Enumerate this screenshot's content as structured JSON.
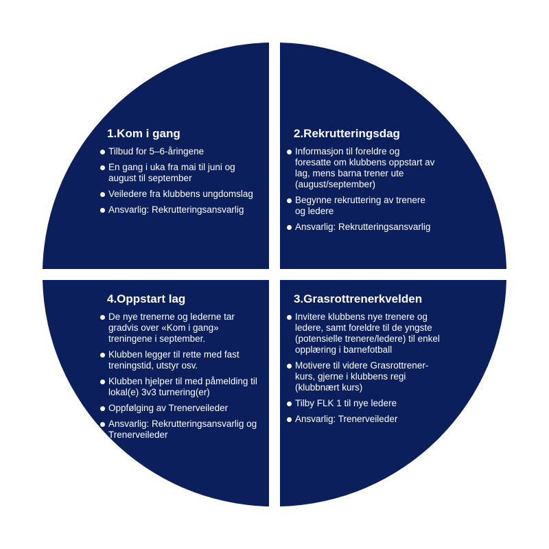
{
  "colors": {
    "quadrant_fill": "#0b1f5c",
    "text": "#ffffff",
    "background": "#ffffff"
  },
  "quadrants": [
    {
      "title": "1.Kom i gang",
      "items": [
        "Tilbud for 5–6-åringene",
        "En gang i uka fra mai til juni og august til september",
        "Veiledere fra klubbens ungdomslag",
        "Ansvarlig: Rekrutteringsansvarlig"
      ]
    },
    {
      "title": "2.Rekrutteringsdag",
      "items": [
        "Informasjon til foreldre og foresatte om klubbens oppstart av lag, mens barna trener ute (august/september)",
        "Begynne rekruttering av trenere og ledere",
        "Ansvarlig: Rekrutteringsansvarlig"
      ]
    },
    {
      "title": "3.Grasrottrenerkvelden",
      "items": [
        "Invitere klubbens nye trenere og ledere, samt foreldre til de yngste (potensielle trenere/ledere) til enkel opplæring i barnefotball",
        "Motivere til videre Grasrottrener-kurs, gjerne i klubbens regi (klubbnært kurs)",
        "Tilby FLK 1 til nye ledere",
        "Ansvarlig: Trenerveileder"
      ]
    },
    {
      "title": "4.Oppstart lag",
      "items": [
        "De nye trenerne og lederne tar gradvis over «Kom i gang» treningene i september.",
        "Klubben legger til rette med fast treningstid, utstyr osv.",
        "Klubben hjelper til med påmelding til lokal(e) 3v3 turnering(er)",
        "Oppfølging av Trenerveileder",
        "Ansvarlig: Rekrutteringsansvarlig og Trenerveileder"
      ]
    }
  ]
}
